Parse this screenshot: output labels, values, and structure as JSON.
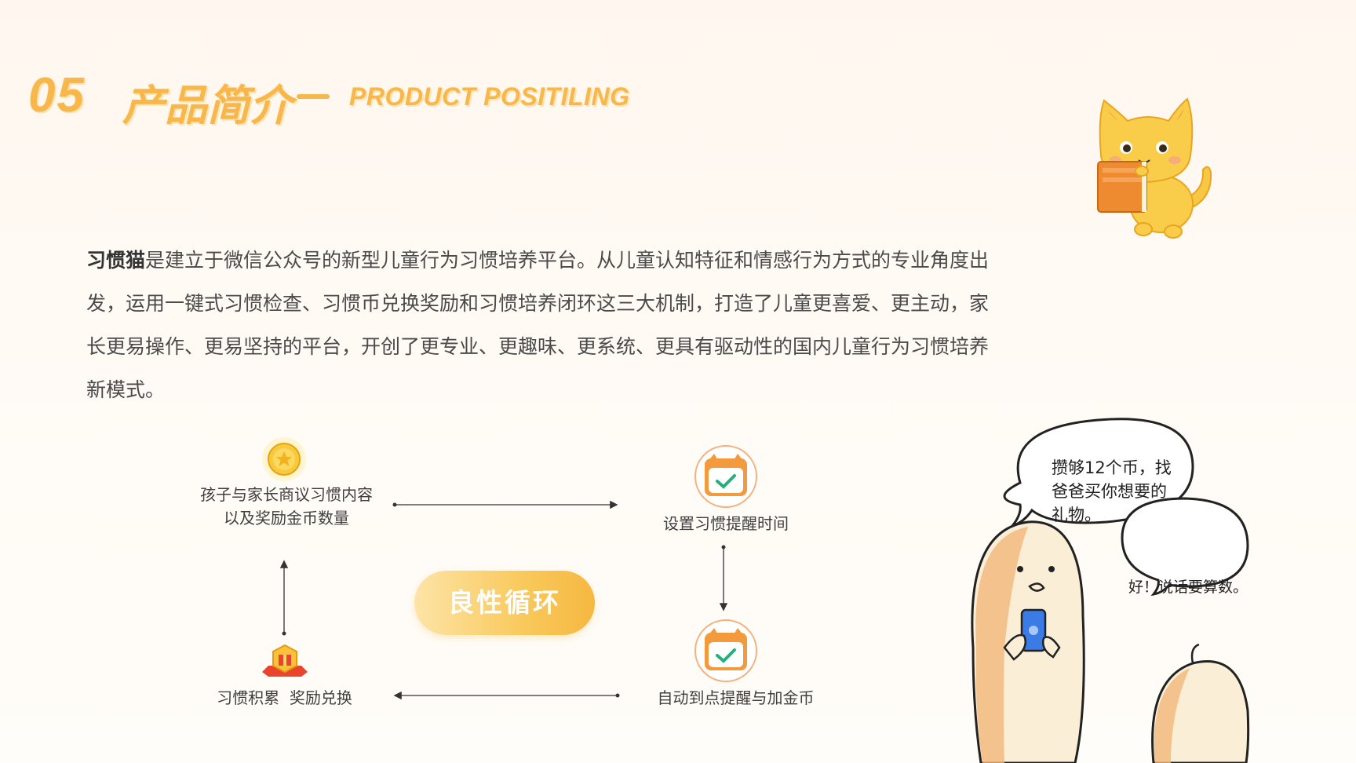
{
  "header": {
    "number": "05",
    "title": "产品简介",
    "subtitle": "PRODUCT POSITILING"
  },
  "intro": {
    "brand": "习惯猫",
    "text": "是建立于微信公众号的新型儿童行为习惯培养平台。从儿童认知特征和情感行为方式的专业角度出发，运用一键式习惯检查、习惯币兑换奖励和习惯培养闭环这三大机制，打造了儿童更喜爱、更主动，家长更易操作、更易坚持的平台，开创了更专业、更趣味、更系统、更具有驱动性的国内儿童行为习惯培养新模式。"
  },
  "cycle": {
    "center_label": "良性循环",
    "steps": [
      {
        "line1": "孩子与家长商议习惯内容",
        "line2": "以及奖励金币数量",
        "icon": "gold-coin-icon"
      },
      {
        "line1": "设置习惯提醒时间",
        "icon": "cat-calendar-icon"
      },
      {
        "line1": "自动到点提醒与加金币",
        "icon": "cat-calendar-icon"
      },
      {
        "line1": "习惯积累  奖励兑换",
        "icon": "gift-badge-icon"
      }
    ]
  },
  "speech": {
    "child": [
      "攒够12个币，找",
      "爸爸买你想要的",
      "礼物。"
    ],
    "parent": "好！说话要算数。"
  },
  "colors": {
    "accent": "#f7b74a",
    "accent_light": "#fde3b6",
    "text": "#4a4a4a",
    "cat_orange": "#f39a3d",
    "phone_blue": "#3b7be6"
  }
}
